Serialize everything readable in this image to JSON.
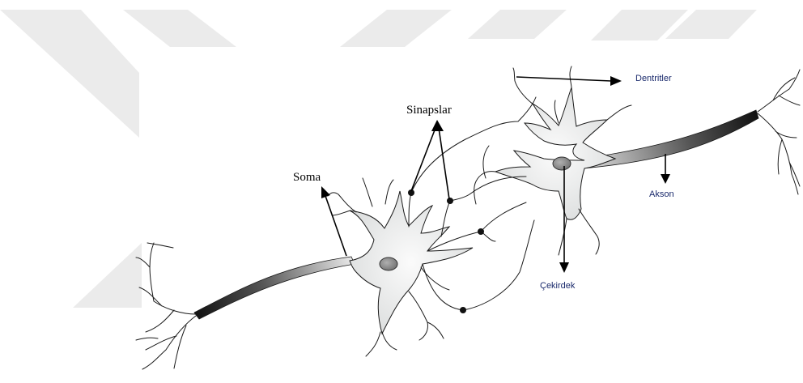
{
  "labels": {
    "soma": "Soma",
    "synapses": "Sinapslar",
    "dendrites": "Dentritler",
    "axon": "Akson",
    "nucleus": "Çekirdek"
  },
  "colors": {
    "watermark": "#ebebeb",
    "cell_body": "#e6e8e8",
    "nucleus": "#8a8a8a",
    "outline": "#1a1a1a",
    "label_serif": "#000000",
    "label_sans": "#1a2a6c"
  }
}
